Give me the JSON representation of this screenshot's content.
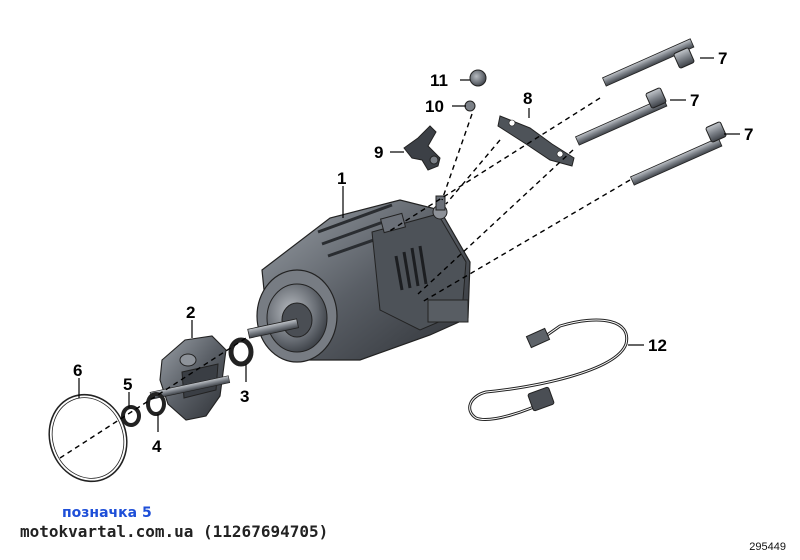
{
  "callouts": {
    "c1": "1",
    "c2": "2",
    "c3": "3",
    "c4": "4",
    "c5": "5",
    "c6": "6",
    "c7a": "7",
    "c7b": "7",
    "c7c": "7",
    "c8": "8",
    "c9": "9",
    "c10": "10",
    "c11": "11",
    "c12": "12"
  },
  "caption": "позначка 5",
  "watermark": "motokvartal.com.ua (11267694705)",
  "ref_number": "295449",
  "colors": {
    "caption_blue": "#1e4fd8",
    "metal_dark": "#3a3e44",
    "metal_mid": "#6b7078",
    "metal_light": "#a9adb3"
  }
}
